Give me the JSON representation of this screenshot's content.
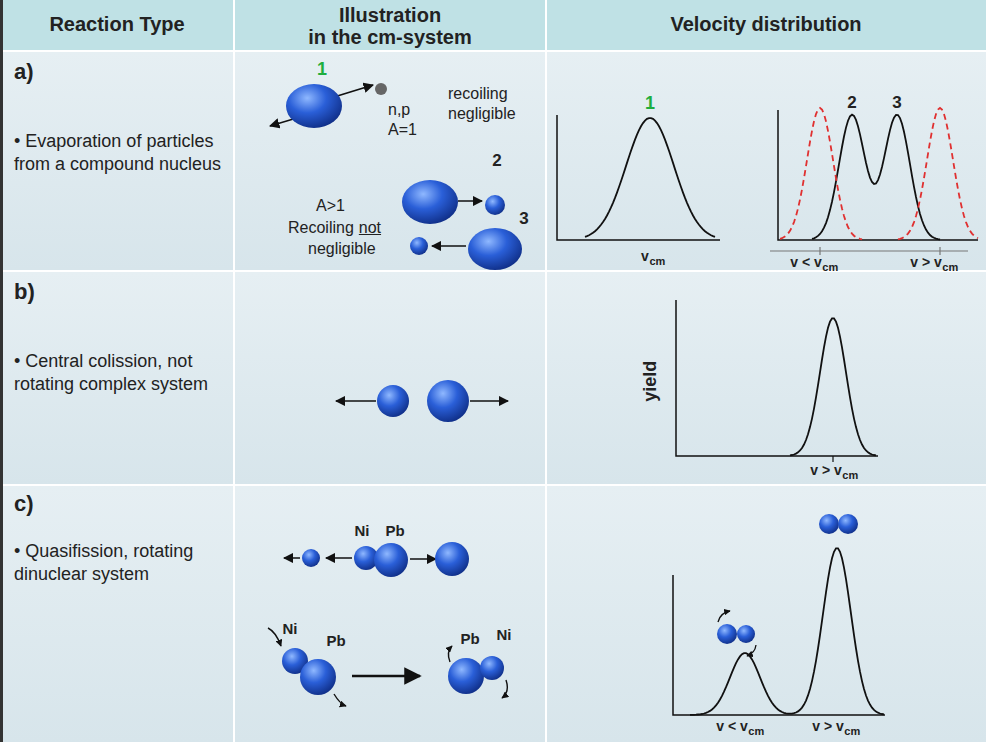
{
  "diagram": {
    "labels": [
      "Reaction Type",
      "Illustration",
      "in the cm-system",
      "Velocity distribution",
      "a)",
      "• Evaporation of particles from a compound nucleus",
      "1",
      "n,p",
      "A=1",
      "recoiling",
      "negligible",
      "2",
      "3",
      "A>1",
      "Recoiling",
      "not",
      "negligible",
      "1",
      "v",
      "cm",
      "2",
      "3",
      "v < v",
      "cm",
      "v > v",
      "cm",
      "b)",
      "• Central colission, not rotating complex system",
      "yield",
      "v > v",
      "cm",
      "c)",
      "• Quasifission, rotating dinuclear system",
      "Ni",
      "Pb",
      "Ni",
      "Pb",
      "Pb",
      "Ni",
      "v < v",
      "cm",
      "v > v",
      "cm"
    ]
  }
}
